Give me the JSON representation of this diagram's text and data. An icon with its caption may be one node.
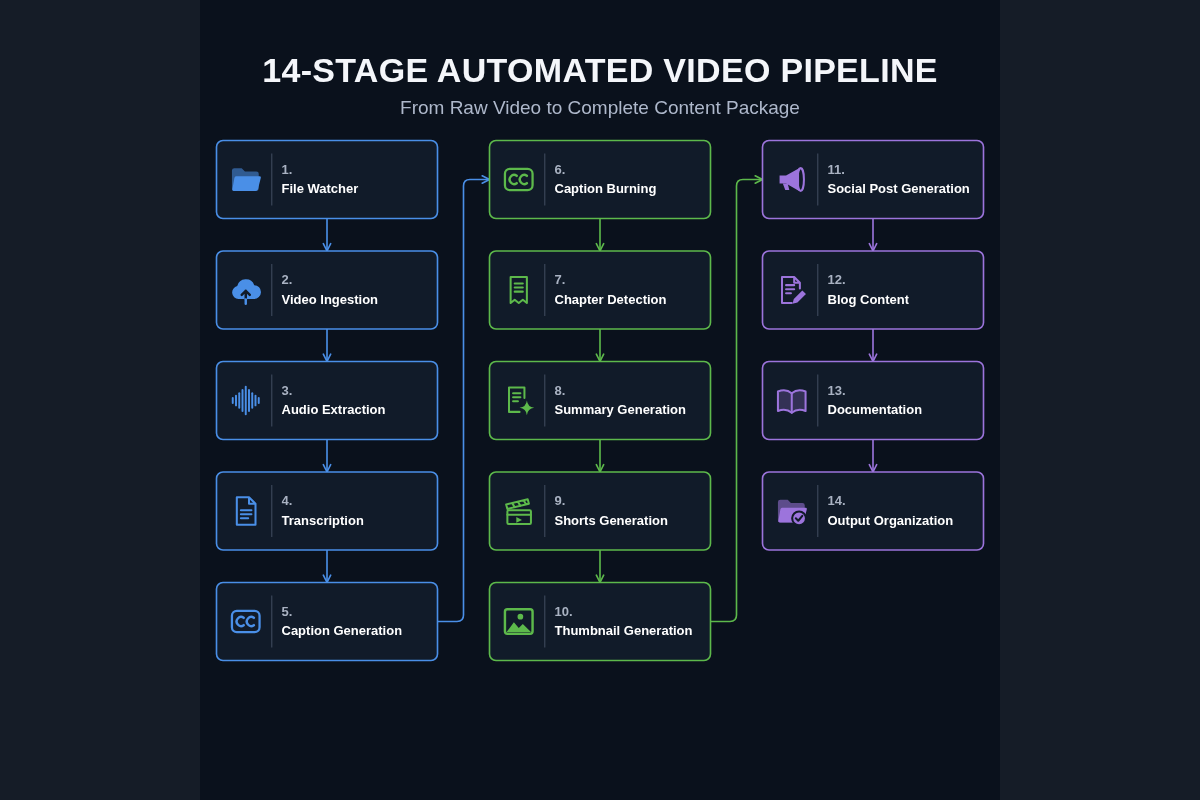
{
  "diagram": {
    "title": "14-STAGE AUTOMATED VIDEO PIPELINE",
    "nodes": [
      {
        "text": [
          "1.",
          "File Watcher"
        ]
      },
      {
        "text": [
          "2.",
          "Video Ingestion"
        ]
      },
      {
        "text": [
          "3.",
          "Audio Extraction"
        ]
      },
      {
        "text": [
          "4.",
          "Transcription"
        ]
      },
      {
        "text": [
          "5.",
          "Caption Generation"
        ]
      },
      {
        "text": [
          "6.",
          "Caption Burning"
        ]
      },
      {
        "text": [
          "7.",
          "Chapter Detection"
        ]
      },
      {
        "text": [
          "8.",
          "Summary Generation"
        ]
      },
      {
        "text": [
          "9.",
          "Shorts Generation"
        ]
      },
      {
        "text": [
          "10.",
          "Thumbnail Generation"
        ]
      },
      {
        "text": [
          "11.",
          "Social Post Generation"
        ]
      },
      {
        "text": [
          "12.",
          "Blog Content"
        ]
      },
      {
        "text": [
          "13.",
          "Documentation"
        ]
      },
      {
        "text": [
          "14.",
          "Output Organization"
        ]
      }
    ],
    "edges": [
      {
        "from": 0,
        "to": 1,
        "arrow": "to",
        "color": "#4a8fe7"
      },
      {
        "from": 1,
        "to": 2,
        "arrow": "to",
        "color": "#4a8fe7"
      },
      {
        "from": 2,
        "to": 3,
        "arrow": "to",
        "color": "#4a8fe7"
      },
      {
        "from": 3,
        "to": 4,
        "arrow": "to",
        "color": "#4a8fe7"
      },
      {
        "from": 4,
        "to": 5,
        "arrow": "to",
        "color": "#4a8fe7"
      },
      {
        "from": 5,
        "to": 6,
        "arrow": "to",
        "color": "#5db94b"
      },
      {
        "from": 6,
        "to": 7,
        "arrow": "to",
        "color": "#5db94b"
      },
      {
        "from": 7,
        "to": 8,
        "arrow": "to",
        "color": "#5db94b"
      },
      {
        "from": 8,
        "to": 9,
        "arrow": "to",
        "color": "#5db94b"
      },
      {
        "from": 9,
        "to": 10,
        "arrow": "to",
        "color": "#5db94b"
      },
      {
        "from": 10,
        "to": 11,
        "arrow": "to",
        "color": "#9c74dc"
      },
      {
        "from": 11,
        "to": 12,
        "arrow": "to",
        "color": "#9c74dc"
      },
      {
        "from": 12,
        "to": 13,
        "arrow": "to",
        "color": "#9c74dc"
      }
    ],
    "labels": [
      "From Raw Video to Complete Content Package"
    ]
  }
}
